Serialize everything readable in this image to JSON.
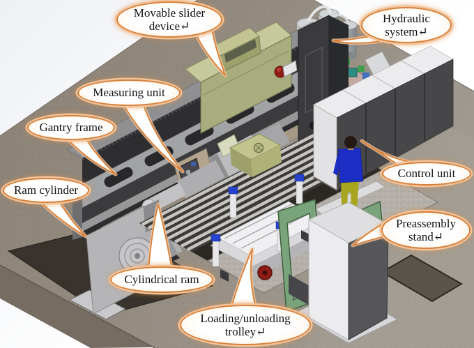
{
  "callouts": [
    {
      "name": "movable-slider-device",
      "lines": [
        "Movable slider",
        "device↵"
      ]
    },
    {
      "name": "hydraulic-system",
      "lines": [
        "Hydraulic",
        "system↵"
      ]
    },
    {
      "name": "measuring-unit",
      "lines": [
        "Measuring unit"
      ]
    },
    {
      "name": "gantry-frame",
      "lines": [
        "Gantry frame"
      ]
    },
    {
      "name": "ram-cylinder",
      "lines": [
        "Ram cylinder"
      ]
    },
    {
      "name": "control-unit",
      "lines": [
        "Control unit"
      ]
    },
    {
      "name": "cylindrical-ram",
      "lines": [
        "Cylindrical ram"
      ]
    },
    {
      "name": "loading-unloading-trolley",
      "lines": [
        "Loading/unloading",
        "trolley↵"
      ]
    },
    {
      "name": "preassembly-stand",
      "lines": [
        "Preassembly",
        "stand↵"
      ]
    }
  ],
  "colors": {
    "callout_border": "#d9813a",
    "callout_glow": "#f2c49c",
    "callout_fill": "#ffffff",
    "callout_text": "#111111",
    "floor": "#8d8478",
    "floor_light": "#9e988f",
    "floor_side": "#766c62",
    "pit_dark": "#38332c",
    "granite_recess": "#b5b1aa",
    "gantry_dark": "#2e2e30",
    "gantry_light": "#a2a3a5",
    "gantry_top": "#909092",
    "slider_olive": "#a9ad7e",
    "slider_olive_light": "#c6c99b",
    "hydraulic_platform": "#c3aaa2",
    "valve_teal": "#2f8f85",
    "valve_green": "#3f9f4f",
    "tank_gray": "#b9bdbf",
    "cabinet_dark": "#47474a",
    "cabinet_top": "#ececee",
    "stand_white": "#ececee",
    "stand_side": "#55555a",
    "frame_green": "#79a37b",
    "trolley_white": "#f0f0f2",
    "clamp_blue": "#2543cc",
    "wheel_red": "#8e1c16",
    "shirt_blue": "#1c2ec4",
    "pants_olive": "#a8a51f",
    "shoes_brown": "#7c4f1d",
    "walkway_tan": "#a89a84",
    "fixture_olive": "#c2c48e"
  }
}
